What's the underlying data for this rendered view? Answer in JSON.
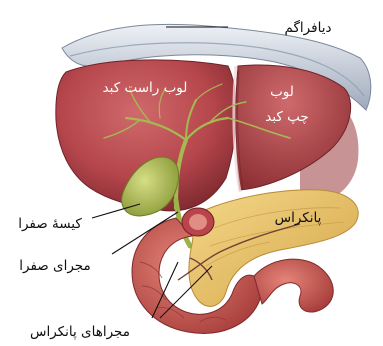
{
  "labels": {
    "diaphragm": "دیافراگم",
    "right_lobe": "لوب راست کبد",
    "left_lobe_line1": "لوب",
    "left_lobe_line2": "چپ کبد",
    "pancreas": "پانکراس",
    "gallbladder": "کیسهٔ صفرا",
    "bile_duct": "مجرای صفرا",
    "pancreatic_ducts": "مجراهای پانکراس"
  },
  "colors": {
    "liver": "#b5464c",
    "liver_dark": "#8a2e34",
    "gallbladder": "#a9b94a",
    "bile_duct": "#9fb24a",
    "pancreas": "#e8c46a",
    "duodenum": "#c95a56",
    "diaphragm": "#b9c3d3",
    "label_line": "#111111"
  }
}
